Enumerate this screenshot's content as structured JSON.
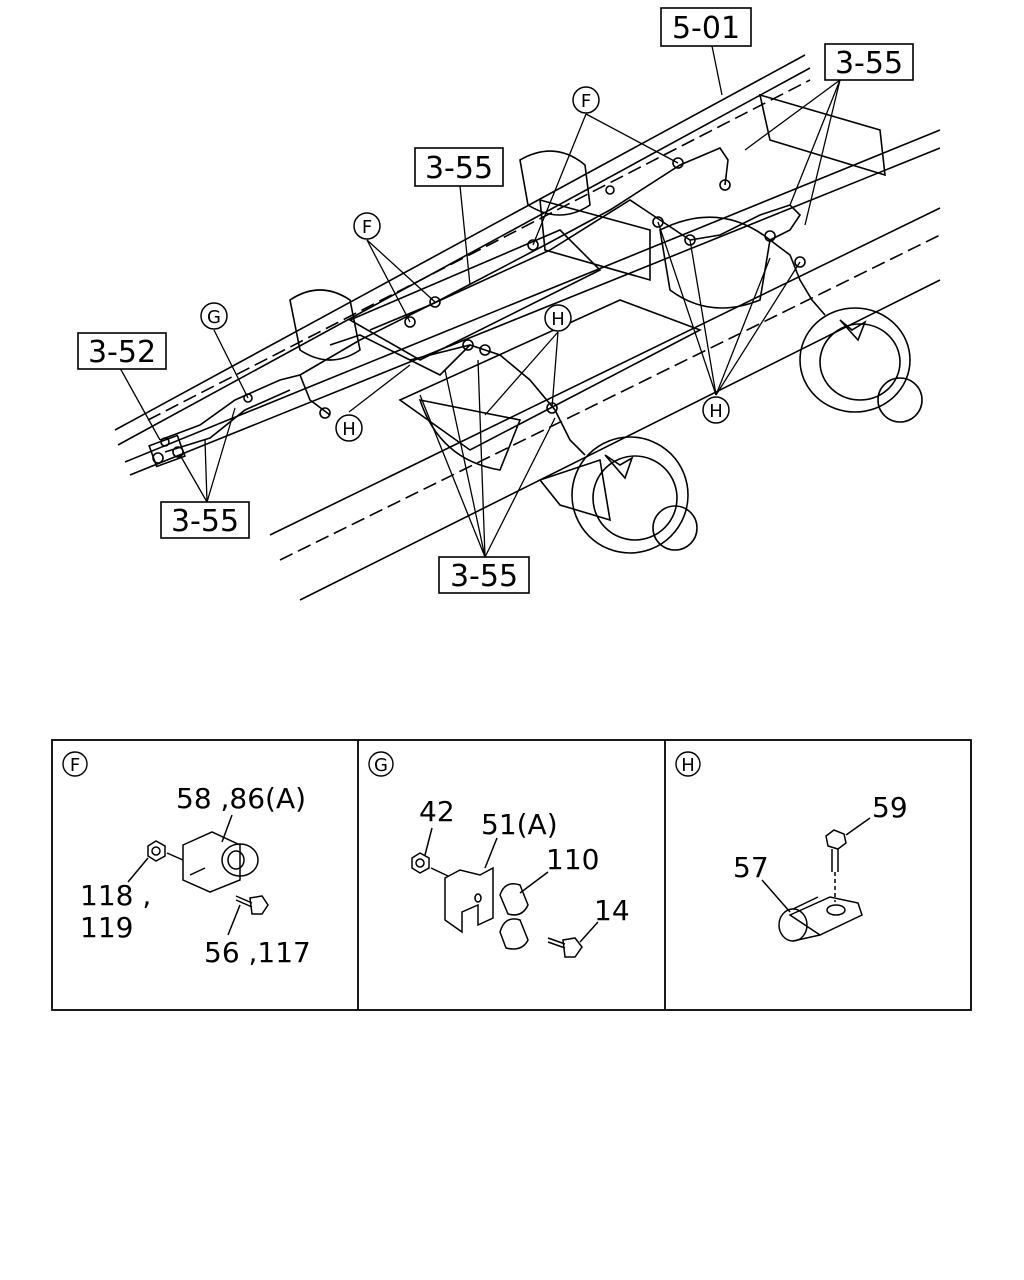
{
  "overview": {
    "ref_frame": "5-01",
    "ref_pipe_top_right": "3-55",
    "ref_pipe_middle": "3-55",
    "ref_valve": "3-52",
    "ref_pipe_bottom_left": "3-55",
    "ref_pipe_bottom_center": "3-55",
    "callouts": {
      "f_top": "F",
      "f_mid": "F",
      "g": "G",
      "h_left": "H",
      "h_center": "H",
      "h_right": "H"
    }
  },
  "details": [
    {
      "id": "F",
      "parts": {
        "clip_label": "58 ,86(A)",
        "nut_label_1": "118 ,",
        "nut_label_2": "119",
        "bolt_label": "56 ,117"
      }
    },
    {
      "id": "G",
      "parts": {
        "nut_label": "42",
        "bracket_label": "51(A)",
        "clip_label": "110",
        "bolt_label": "14"
      }
    },
    {
      "id": "H",
      "parts": {
        "bolt_label": "59",
        "clip_label": "57"
      }
    }
  ]
}
